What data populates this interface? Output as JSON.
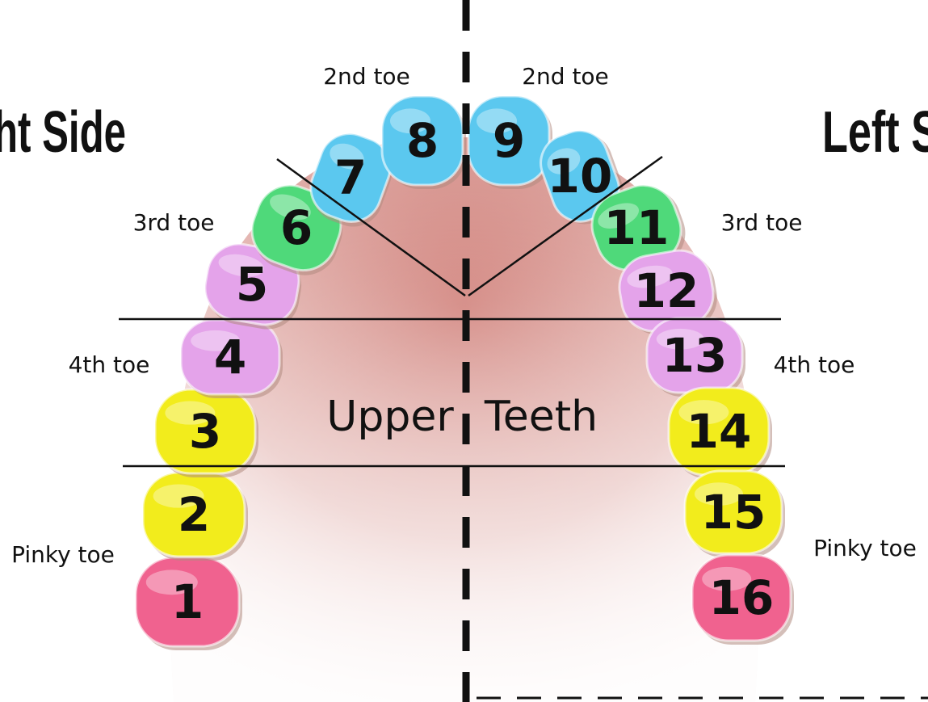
{
  "side_labels": {
    "right": "ht Side",
    "left": "Left S"
  },
  "center_label": {
    "left_word": "Upper",
    "right_word": "Teeth"
  },
  "colors": {
    "blue": "#5bc8ef",
    "green": "#4fd97a",
    "violet": "#e4a3ea",
    "yellow": "#f2ec1c",
    "pink": "#f0628f",
    "palate": "#c9736b"
  },
  "toe_labels": {
    "second_left": "2nd toe",
    "second_right": "2nd toe",
    "third_left": "3rd toe",
    "third_right": "3rd toe",
    "fourth_left": "4th toe",
    "fourth_right": "4th toe",
    "pinky_left": "Pinky toe",
    "pinky_right": "Pinky toe"
  },
  "teeth": [
    {
      "label": "1",
      "color": "pink"
    },
    {
      "label": "2",
      "color": "yellow"
    },
    {
      "label": "3",
      "color": "yellow"
    },
    {
      "label": "4",
      "color": "violet"
    },
    {
      "label": "5",
      "color": "violet"
    },
    {
      "label": "6",
      "color": "green"
    },
    {
      "label": "7",
      "color": "blue"
    },
    {
      "label": "8",
      "color": "blue"
    },
    {
      "label": "9",
      "color": "blue"
    },
    {
      "label": "10",
      "color": "blue"
    },
    {
      "label": "11",
      "color": "green"
    },
    {
      "label": "12",
      "color": "violet"
    },
    {
      "label": "13",
      "color": "violet"
    },
    {
      "label": "14",
      "color": "yellow"
    },
    {
      "label": "15",
      "color": "yellow"
    },
    {
      "label": "16",
      "color": "pink"
    }
  ]
}
